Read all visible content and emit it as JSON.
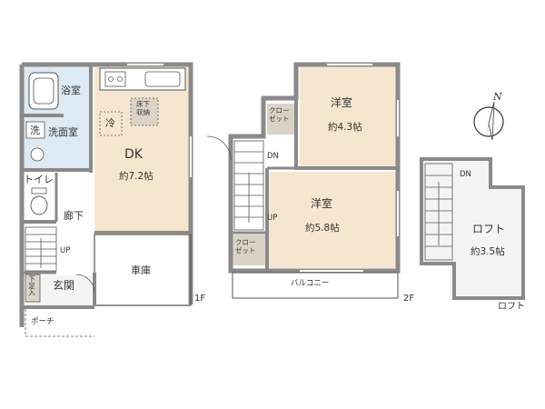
{
  "floors": {
    "first": {
      "label": "1F",
      "rooms": {
        "bath": "浴室",
        "washer": "洗",
        "washroom": "洗面室",
        "toilet": "トイレ",
        "dk": "DK",
        "dk_area": "約7.2帖",
        "fridge": "冷",
        "underfloor": "床下収納",
        "hall": "廊下",
        "stairs_up": "UP",
        "garage": "車庫",
        "shoe": "下足入",
        "entrance": "玄関",
        "porch": "ポーチ"
      }
    },
    "second": {
      "label": "2F",
      "rooms": {
        "west1": "洋室",
        "west1_area": "約4.3帖",
        "closet_top": "クローゼット",
        "stairs_dn": "DN",
        "stairs_up": "UP",
        "west2": "洋室",
        "west2_area": "約5.8帖",
        "closet_bottom": "クローゼット",
        "balcony": "バルコニー"
      }
    },
    "loft": {
      "label": "ロフト",
      "rooms": {
        "stairs_dn": "DN",
        "loft": "ロフト",
        "loft_area": "約3.5帖"
      }
    }
  },
  "compass": {
    "north": "N",
    "icon": "compass-icon"
  },
  "colors": {
    "wall": "#8a8a8a",
    "wood": "#f7e6cf",
    "wet": "#dde9f3",
    "storage": "#dcd3c7",
    "line": "#555555"
  }
}
